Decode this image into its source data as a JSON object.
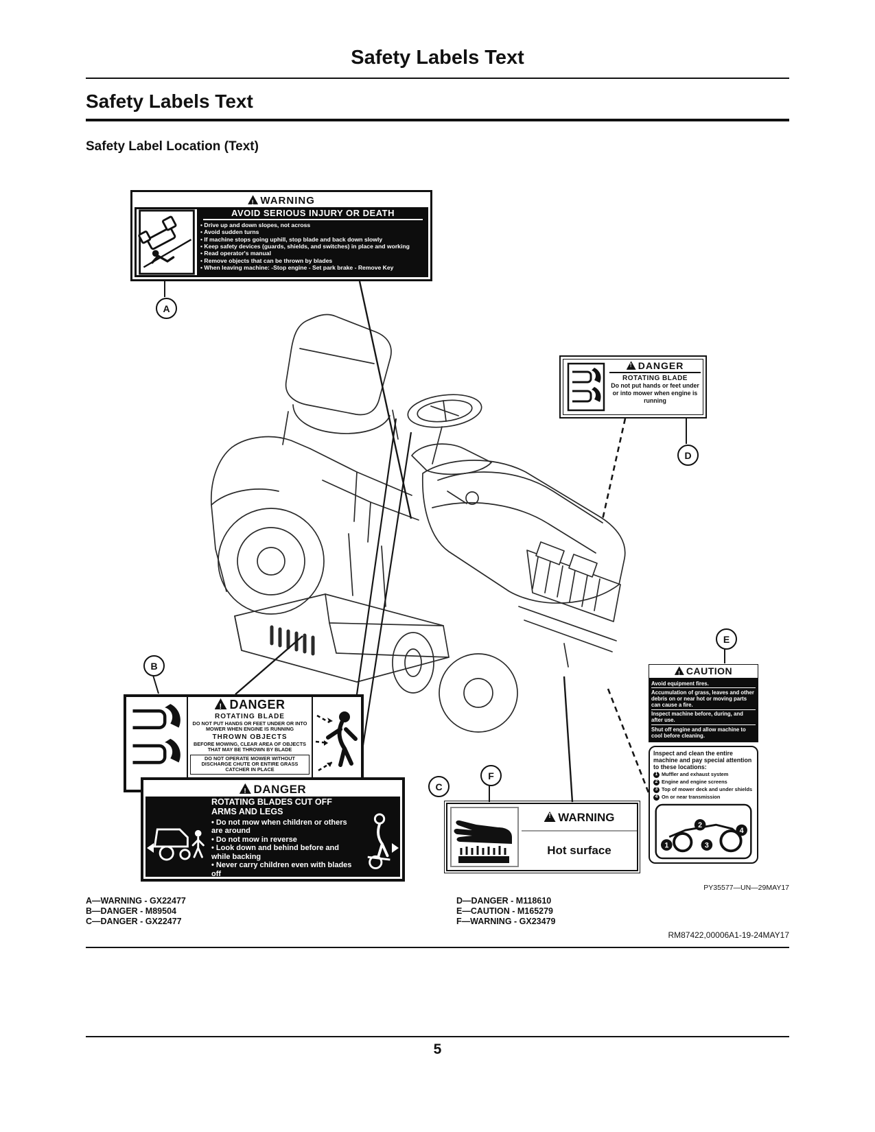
{
  "page": {
    "running_header": "Safety Labels Text",
    "section_title": "Safety Labels Text",
    "subsection_title": "Safety Label Location (Text)",
    "figure_code": "PY35577—UN—29MAY17",
    "document_code": "RM87422,00006A1-19-24MAY17",
    "page_number": "5"
  },
  "callouts": {
    "a": "A",
    "b": "B",
    "c": "C",
    "d": "D",
    "e": "E",
    "f": "F"
  },
  "label_a": {
    "signal": "WARNING",
    "title": "AVOID SERIOUS INJURY OR DEATH",
    "bullets": [
      "Drive up and down slopes, not across",
      "Avoid sudden turns",
      "If machine stops going uphill, stop blade and back down slowly",
      "Keep safety devices (guards, shields, and switches) in place and working",
      "Read operator's manual",
      "Remove objects that can be thrown by blades",
      "When leaving machine: -Stop engine - Set park brake - Remove Key"
    ]
  },
  "label_b": {
    "signal": "DANGER",
    "heading1": "ROTATING BLADE",
    "text1": "DO NOT PUT HANDS OR FEET UNDER OR INTO MOWER WHEN ENGINE IS RUNNING",
    "heading2": "THROWN OBJECTS",
    "text2": "BEFORE MOWING, CLEAR AREA OF OBJECTS THAT MAY BE THROWN BY BLADE",
    "boxed_text": "DO NOT OPERATE MOWER WITHOUT DISCHARGE CHUTE OR ENTIRE GRASS CATCHER IN PLACE"
  },
  "label_c": {
    "signal": "DANGER",
    "title": "ROTATING BLADES CUT OFF ARMS AND LEGS",
    "bullets": [
      "Do not mow when children or others are around",
      "Do not mow in reverse",
      "Look down and behind before and while backing",
      "Never carry children even with blades off"
    ]
  },
  "label_d": {
    "signal": "DANGER",
    "heading": "ROTATING BLADE",
    "text": "Do not put hands or feet under or into mower when engine is running"
  },
  "label_e": {
    "signal": "CAUTION",
    "paragraphs": [
      "Avoid equipment fires.",
      "Accumulation of grass, leaves and other debris on or near hot or moving parts can cause a fire.",
      "Inspect machine before, during, and after use.",
      "Shut off engine and allow machine to cool before cleaning."
    ],
    "inspect_heading": "Inspect and clean the entire machine and pay special attention to these locations:",
    "locations": [
      {
        "n": "1",
        "text": "Muffler and exhaust system"
      },
      {
        "n": "2",
        "text": "Engine and engine screens"
      },
      {
        "n": "3",
        "text": "Top of mower deck and under shields"
      },
      {
        "n": "4",
        "text": "On or near transmission"
      }
    ]
  },
  "label_f": {
    "signal": "WARNING",
    "text": "Hot surface"
  },
  "legend": {
    "left": [
      "A—WARNING - GX22477",
      "B—DANGER - M89504",
      "C—DANGER - GX22477"
    ],
    "right": [
      "D—DANGER - M118610",
      "E—CAUTION - M165279",
      "F—WARNING - GX23479"
    ]
  }
}
